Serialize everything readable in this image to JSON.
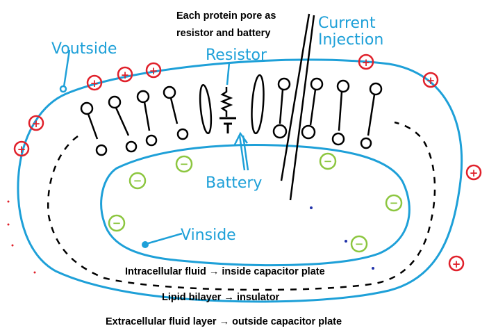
{
  "labels": {
    "v_outside": "Voutside",
    "v_inside": "Vinside",
    "resistor": "Resistor",
    "battery": "Battery",
    "current_injection_1": "Current",
    "current_injection_2": "Injection",
    "pore_note_1": "Each protein pore as",
    "pore_note_2": "resistor and battery"
  },
  "legend": [
    "Intracellular fluid → inside capacitor plate",
    "Lipid bilayer → insulator",
    "Extracellular fluid layer → outside capacitor plate"
  ],
  "charges": {
    "positive_symbol": "+",
    "negative_symbol": "−"
  },
  "colors": {
    "membrane_blue": "#1ea0d8",
    "positive_red": "#e0202a",
    "negative_green": "#8cc63f",
    "ink": "#000000"
  }
}
